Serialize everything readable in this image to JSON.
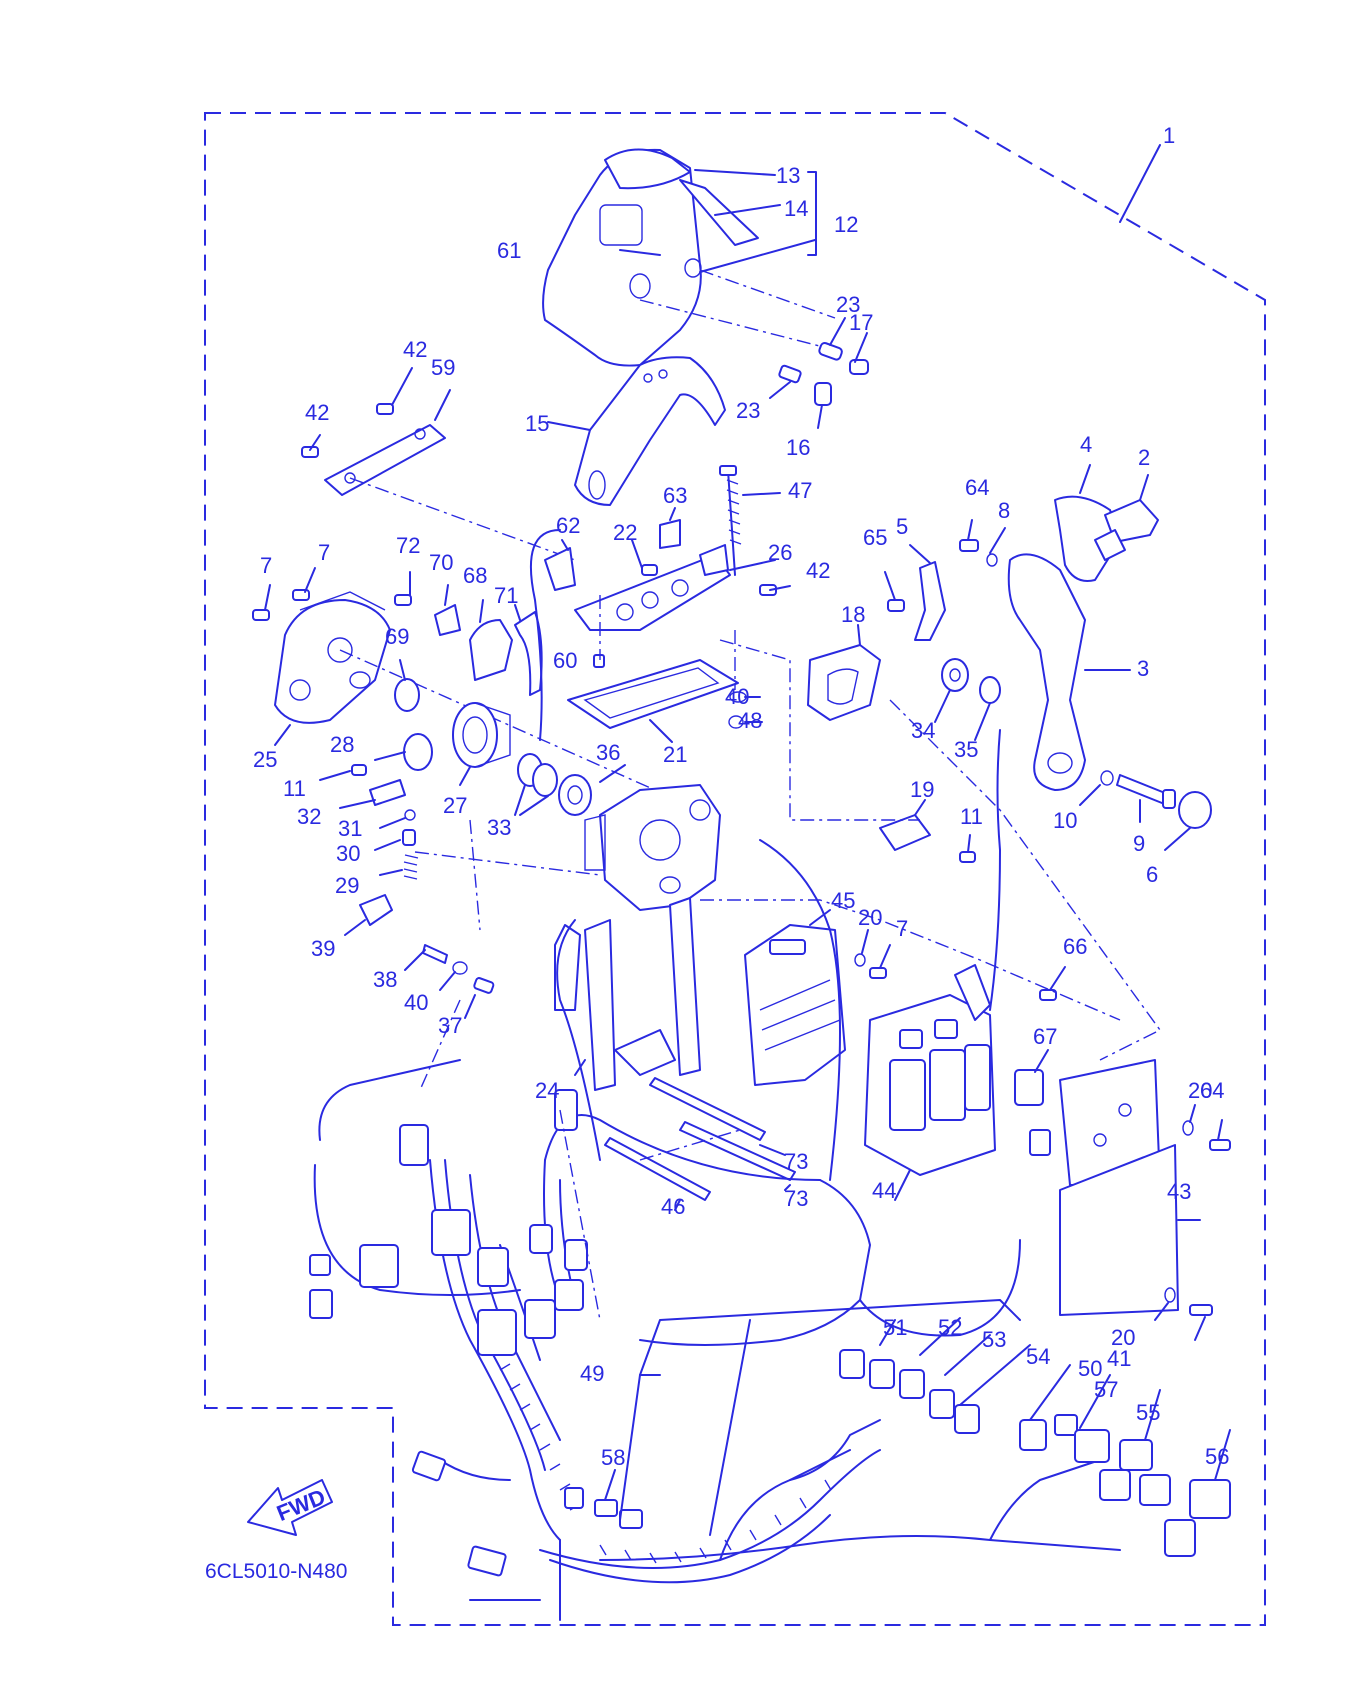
{
  "diagram": {
    "code": "6CL5010-N480",
    "fwd_label": "FWD",
    "accent_color": "#2a2ae0",
    "labels": [
      {
        "id": "1",
        "text": "1"
      },
      {
        "id": "2",
        "text": "2"
      },
      {
        "id": "3",
        "text": "3"
      },
      {
        "id": "4",
        "text": "4"
      },
      {
        "id": "5",
        "text": "5"
      },
      {
        "id": "6",
        "text": "6"
      },
      {
        "id": "7a",
        "text": "7"
      },
      {
        "id": "7b",
        "text": "7"
      },
      {
        "id": "7c",
        "text": "7"
      },
      {
        "id": "8",
        "text": "8"
      },
      {
        "id": "9",
        "text": "9"
      },
      {
        "id": "10",
        "text": "10"
      },
      {
        "id": "11a",
        "text": "11"
      },
      {
        "id": "11b",
        "text": "11"
      },
      {
        "id": "12",
        "text": "12"
      },
      {
        "id": "13",
        "text": "13"
      },
      {
        "id": "14",
        "text": "14"
      },
      {
        "id": "15",
        "text": "15"
      },
      {
        "id": "16",
        "text": "16"
      },
      {
        "id": "17",
        "text": "17"
      },
      {
        "id": "18",
        "text": "18"
      },
      {
        "id": "19",
        "text": "19"
      },
      {
        "id": "20a",
        "text": "20"
      },
      {
        "id": "20b",
        "text": "20"
      },
      {
        "id": "20c",
        "text": "20"
      },
      {
        "id": "21",
        "text": "21"
      },
      {
        "id": "22",
        "text": "22"
      },
      {
        "id": "23a",
        "text": "23"
      },
      {
        "id": "23b",
        "text": "23"
      },
      {
        "id": "24",
        "text": "24"
      },
      {
        "id": "25",
        "text": "25"
      },
      {
        "id": "26",
        "text": "26"
      },
      {
        "id": "27",
        "text": "27"
      },
      {
        "id": "28",
        "text": "28"
      },
      {
        "id": "29",
        "text": "29"
      },
      {
        "id": "30",
        "text": "30"
      },
      {
        "id": "31",
        "text": "31"
      },
      {
        "id": "32",
        "text": "32"
      },
      {
        "id": "33",
        "text": "33"
      },
      {
        "id": "34",
        "text": "34"
      },
      {
        "id": "35",
        "text": "35"
      },
      {
        "id": "36",
        "text": "36"
      },
      {
        "id": "37",
        "text": "37"
      },
      {
        "id": "38",
        "text": "38"
      },
      {
        "id": "39",
        "text": "39"
      },
      {
        "id": "40a",
        "text": "40"
      },
      {
        "id": "40b",
        "text": "40"
      },
      {
        "id": "41",
        "text": "41"
      },
      {
        "id": "42a",
        "text": "42"
      },
      {
        "id": "42b",
        "text": "42"
      },
      {
        "id": "42c",
        "text": "42"
      },
      {
        "id": "43",
        "text": "43"
      },
      {
        "id": "44",
        "text": "44"
      },
      {
        "id": "45",
        "text": "45"
      },
      {
        "id": "46",
        "text": "46"
      },
      {
        "id": "47",
        "text": "47"
      },
      {
        "id": "48",
        "text": "48"
      },
      {
        "id": "49",
        "text": "49"
      },
      {
        "id": "50",
        "text": "50"
      },
      {
        "id": "51",
        "text": "51"
      },
      {
        "id": "52",
        "text": "52"
      },
      {
        "id": "53",
        "text": "53"
      },
      {
        "id": "54",
        "text": "54"
      },
      {
        "id": "55",
        "text": "55"
      },
      {
        "id": "56",
        "text": "56"
      },
      {
        "id": "57",
        "text": "57"
      },
      {
        "id": "58",
        "text": "58"
      },
      {
        "id": "59",
        "text": "59"
      },
      {
        "id": "60",
        "text": "60"
      },
      {
        "id": "61",
        "text": "61"
      },
      {
        "id": "62",
        "text": "62"
      },
      {
        "id": "63",
        "text": "63"
      },
      {
        "id": "64a",
        "text": "64"
      },
      {
        "id": "64b",
        "text": "64"
      },
      {
        "id": "65",
        "text": "65"
      },
      {
        "id": "66",
        "text": "66"
      },
      {
        "id": "67",
        "text": "67"
      },
      {
        "id": "68",
        "text": "68"
      },
      {
        "id": "69",
        "text": "69"
      },
      {
        "id": "70",
        "text": "70"
      },
      {
        "id": "71",
        "text": "71"
      },
      {
        "id": "72",
        "text": "72"
      },
      {
        "id": "73a",
        "text": "73"
      },
      {
        "id": "73b",
        "text": "73"
      }
    ]
  }
}
